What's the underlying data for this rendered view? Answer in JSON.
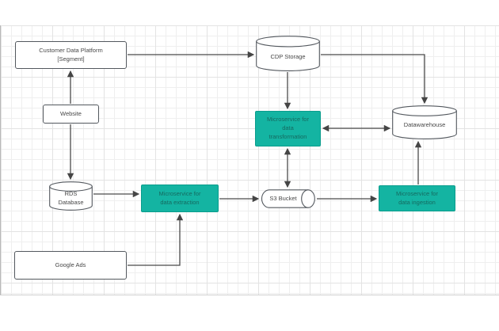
{
  "diagram": {
    "title": "",
    "colors": {
      "accent_fill": "#14b4a2",
      "accent_border": "#0a9c8c",
      "accent_text": "#156a60",
      "node_border": "#53585e",
      "node_text": "#474747",
      "edge": "#4a4a4a",
      "grid_minor": "#efefef",
      "grid_major": "#e3e3e3"
    },
    "nodes": {
      "cdp": {
        "shape": "rectangle",
        "lines": [
          "Customer Data Platform",
          "[Segment]"
        ]
      },
      "website": {
        "shape": "rectangle",
        "lines": [
          "Website"
        ]
      },
      "rds": {
        "shape": "cylinder",
        "lines": [
          "RDS",
          "Database"
        ]
      },
      "google_ads": {
        "shape": "rectangle",
        "lines": [
          "Google Ads"
        ]
      },
      "cdp_storage": {
        "shape": "cylinder",
        "lines": [
          "CDP Storage"
        ]
      },
      "transformation": {
        "shape": "rectangle-accent",
        "lines": [
          "Microservice for",
          "data",
          "transformation"
        ]
      },
      "datawarehouse": {
        "shape": "cylinder",
        "lines": [
          "Datawarehouse"
        ]
      },
      "s3": {
        "shape": "horizontal-cylinder",
        "lines": [
          "S3 Bucket"
        ]
      },
      "extraction": {
        "shape": "rectangle-accent",
        "lines": [
          "Microservice for",
          "data extraction"
        ]
      },
      "ingestion": {
        "shape": "rectangle-accent",
        "lines": [
          "Microservice for",
          "data ingestion"
        ]
      }
    },
    "edges": [
      {
        "from": "website",
        "to": "cdp",
        "arrows": "end"
      },
      {
        "from": "cdp",
        "to": "cdp_storage",
        "arrows": "end"
      },
      {
        "from": "cdp_storage",
        "to": "datawarehouse",
        "arrows": "end"
      },
      {
        "from": "cdp_storage",
        "to": "transformation",
        "arrows": "end"
      },
      {
        "from": "transformation",
        "to": "datawarehouse",
        "arrows": "both"
      },
      {
        "from": "transformation",
        "to": "s3",
        "arrows": "both"
      },
      {
        "from": "website",
        "to": "rds",
        "arrows": "end"
      },
      {
        "from": "rds",
        "to": "extraction",
        "arrows": "end"
      },
      {
        "from": "google_ads",
        "to": "extraction",
        "arrows": "end"
      },
      {
        "from": "extraction",
        "to": "s3",
        "arrows": "end"
      },
      {
        "from": "s3",
        "to": "ingestion",
        "arrows": "end"
      },
      {
        "from": "ingestion",
        "to": "datawarehouse",
        "arrows": "end"
      }
    ]
  }
}
